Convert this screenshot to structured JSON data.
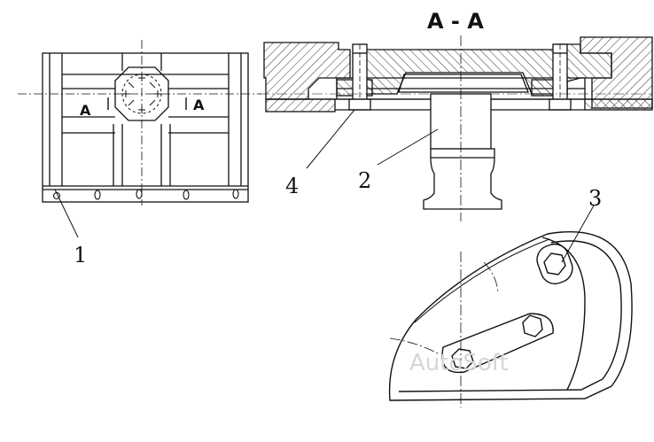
{
  "section_title": "A - A",
  "section_marks": {
    "left": "A",
    "right": "A"
  },
  "callouts": {
    "c1": "1",
    "c2": "2",
    "c3": "3",
    "c4": "4"
  },
  "watermark": "AutoSoft",
  "line_color": "#111111",
  "hatch_color": "#333333"
}
